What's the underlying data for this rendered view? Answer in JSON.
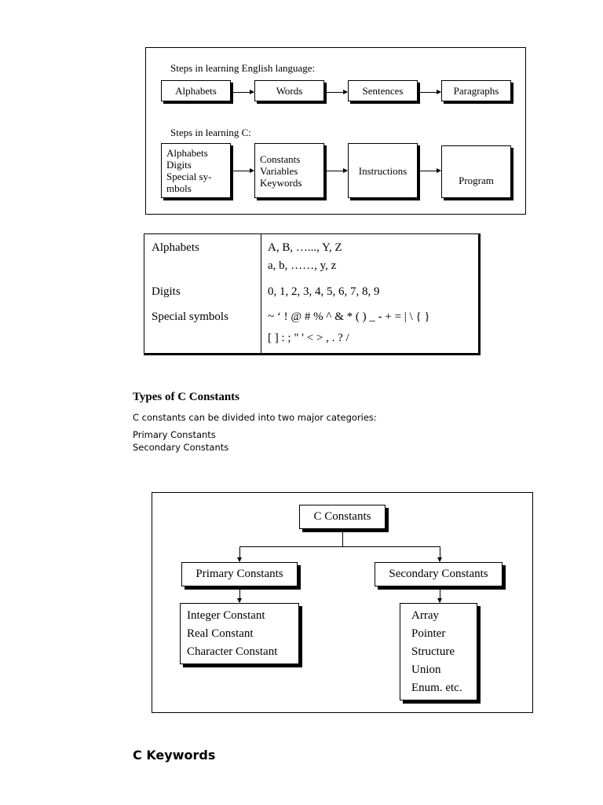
{
  "figure1": {
    "english_caption": "Steps in learning English language:",
    "english_steps": [
      "Alphabets",
      "Words",
      "Sentences",
      "Paragraphs"
    ],
    "c_caption": "Steps in learning C:",
    "c_steps": [
      [
        "Alphabets",
        "Digits",
        "Special sy-",
        "mbols"
      ],
      [
        "Constants",
        "Variables",
        "Keywords"
      ],
      [
        "Instructions"
      ],
      [
        "Program"
      ]
    ]
  },
  "char_table": {
    "rows": [
      {
        "label": "Alphabets",
        "values": [
          "A, B, …..., Y, Z",
          "a, b, ……, y, z"
        ]
      },
      {
        "label": "Digits",
        "values": [
          "0, 1, 2, 3, 4, 5, 6, 7, 8, 9"
        ]
      },
      {
        "label": "Special symbols",
        "values": [
          "~ ‘ ! @ #  % ^ & * ( ) _ - + = | \\ { }",
          "[ ] : ;  \" ' < > , . ? /"
        ]
      }
    ]
  },
  "types_section": {
    "heading": "Types of C Constants",
    "intro": "C constants can be divided into two major categories:",
    "categories": [
      "Primary Constants",
      "Secondary Constants"
    ]
  },
  "figure2": {
    "root": "C Constants",
    "primary": {
      "title": "Primary Constants",
      "items": [
        "Integer Constant",
        "Real Constant",
        "Character Constant"
      ]
    },
    "secondary": {
      "title": "Secondary Constants",
      "items": [
        "Array",
        "Pointer",
        "Structure",
        "Union",
        "Enum. etc."
      ]
    }
  },
  "keywords_heading": "C Keywords"
}
